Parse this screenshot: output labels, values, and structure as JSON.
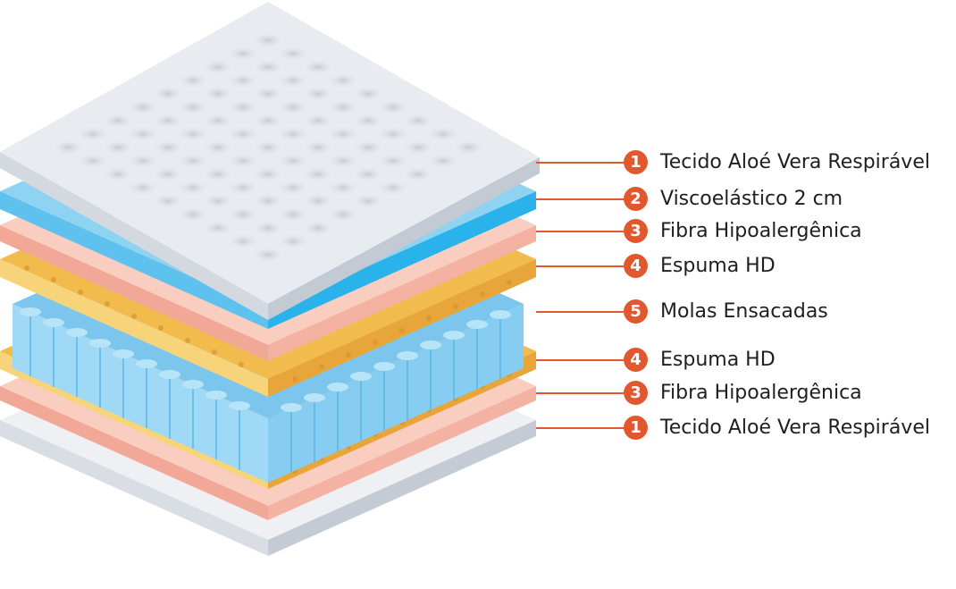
{
  "layers": [
    {
      "number": "1",
      "label": "Tecido Aloé Vera Respirável"
    },
    {
      "number": "2",
      "label": "Viscoelástico 2 cm"
    },
    {
      "number": "3",
      "label": "Fibra Hipoalergênica"
    },
    {
      "number": "4",
      "label": "Espuma HD"
    },
    {
      "number": "5",
      "label": "Molas Ensacadas"
    },
    {
      "number": "4",
      "label": "Espuma HD"
    },
    {
      "number": "3",
      "label": "Fibra Hipoalergênica"
    },
    {
      "number": "1",
      "label": "Tecido Aloé Vera Respirável"
    }
  ],
  "colors": {
    "callout": "#e1572e",
    "fabric_top": "#e8ebf0",
    "fabric_side": "#cfd4dc",
    "visco": "#8fd3f3",
    "visco_side": "#2ab3ea",
    "fiber": "#f7b8a6",
    "foam_top": "#f2bb4d",
    "foam_side": "#f7d47a",
    "spring": "#9fd9f5",
    "spring_dark": "#5fb9e8"
  }
}
